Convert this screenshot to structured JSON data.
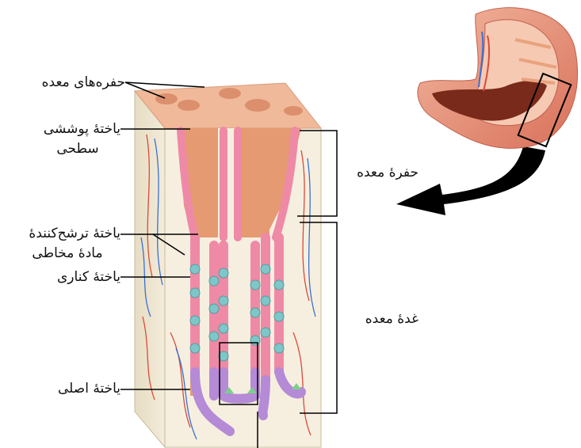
{
  "labels": {
    "gastric_pits": "حفره‌های معده",
    "surface_cell_line1": "یاختهٔ پوششی",
    "surface_cell_line2": "سطحی",
    "mucus_cell_line1": "یاختهٔ ترشح‌کنندهٔ",
    "mucus_cell_line2": "مادهٔ مخاطی",
    "parietal_cell": "یاختهٔ کناری",
    "chief_cell": "یاختهٔ اصلی",
    "gastric_pit": "حفرهٔ معده",
    "gastric_gland": "غدهٔ معده"
  },
  "colors": {
    "mucosa_tissue": "#f5eedf",
    "pit_fill": "#e59a72",
    "epithelium": "#ee8aa5",
    "parietal": "#7ec6c8",
    "chief": "#b58ad6",
    "arrow": "#000000"
  }
}
